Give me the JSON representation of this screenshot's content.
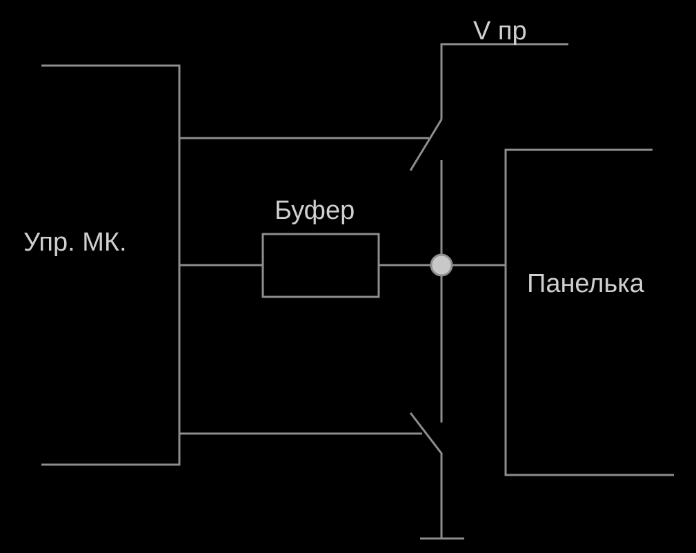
{
  "labels": {
    "controller": "Упр. МК.",
    "buffer": "Буфер",
    "supply": "V пр",
    "panel": "Панелька"
  },
  "colors": {
    "background": "#000000",
    "wire": "#8e8e8e",
    "text": "#cfcfcf",
    "junction": "#c8c8c8"
  }
}
